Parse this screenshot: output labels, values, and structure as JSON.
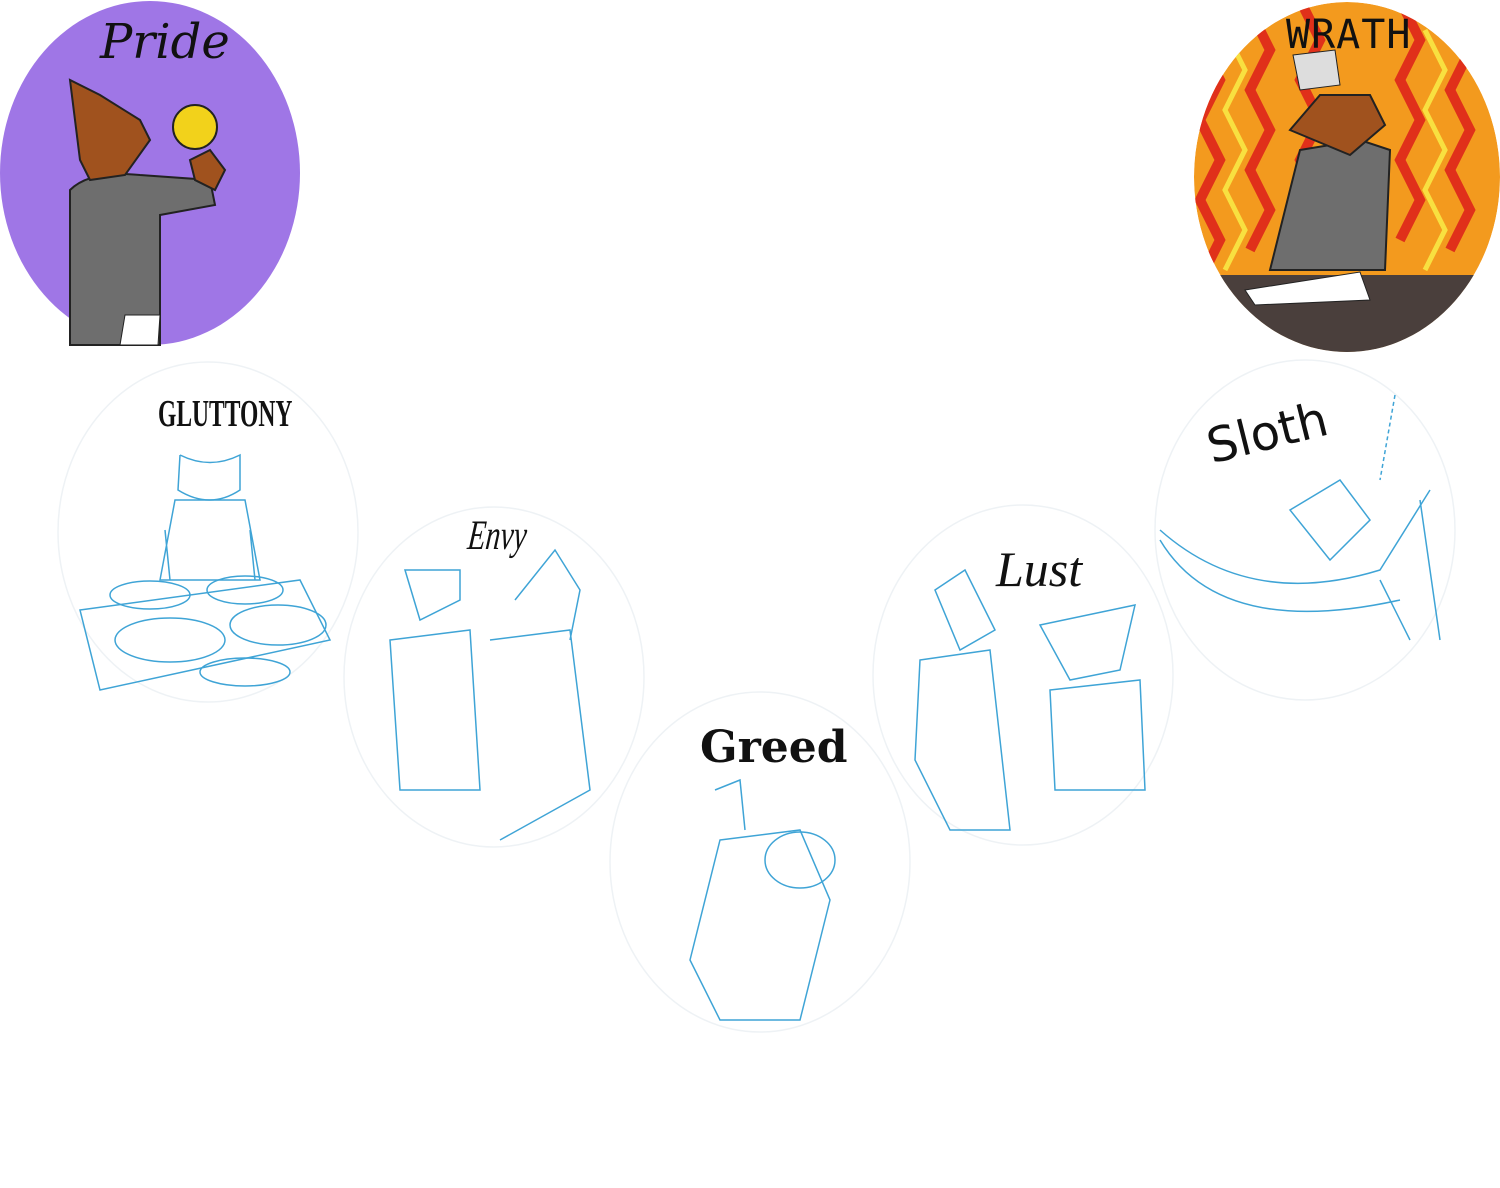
{
  "badges": [
    {
      "label": "Pride",
      "style": "colored",
      "background": "#9f76e6"
    },
    {
      "label": "WRATH",
      "style": "colored",
      "background": "#f39a1e"
    },
    {
      "label": "GLUTTONY",
      "style": "sketch"
    },
    {
      "label": "Envy",
      "style": "sketch"
    },
    {
      "label": "Greed",
      "style": "sketch"
    },
    {
      "label": "Lust",
      "style": "sketch"
    },
    {
      "label": "Sloth",
      "style": "sketch"
    }
  ],
  "colors": {
    "sketch": "#3fa4d6",
    "fur": "#a0521e",
    "jacket": "#6e6e6e",
    "table": "#4a3f3c"
  }
}
